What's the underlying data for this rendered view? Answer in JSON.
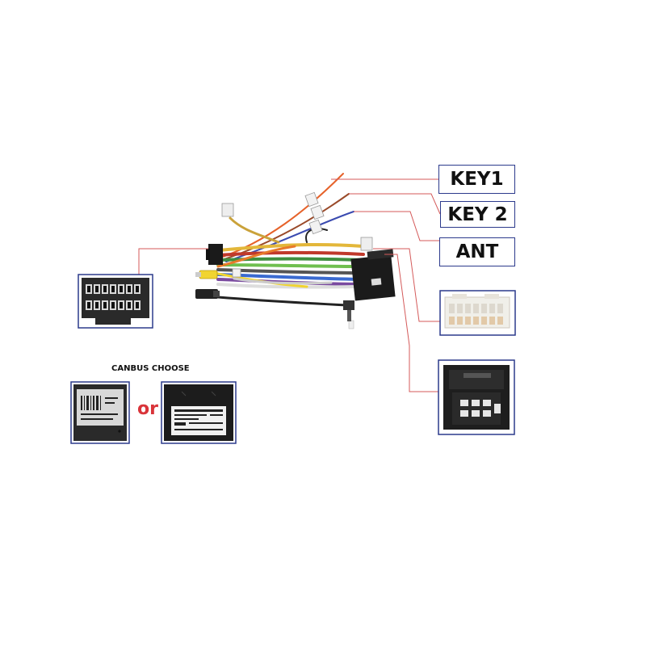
{
  "labels": {
    "key1": "KEY1",
    "key2": "KEY 2",
    "ant": "ANT"
  },
  "canbus": {
    "title": "CANBUS CHOOSE",
    "or": "or"
  },
  "colors": {
    "leader_line": "#d45a5a",
    "box_border": "#2c3a8c",
    "or_text": "#d9343a"
  }
}
